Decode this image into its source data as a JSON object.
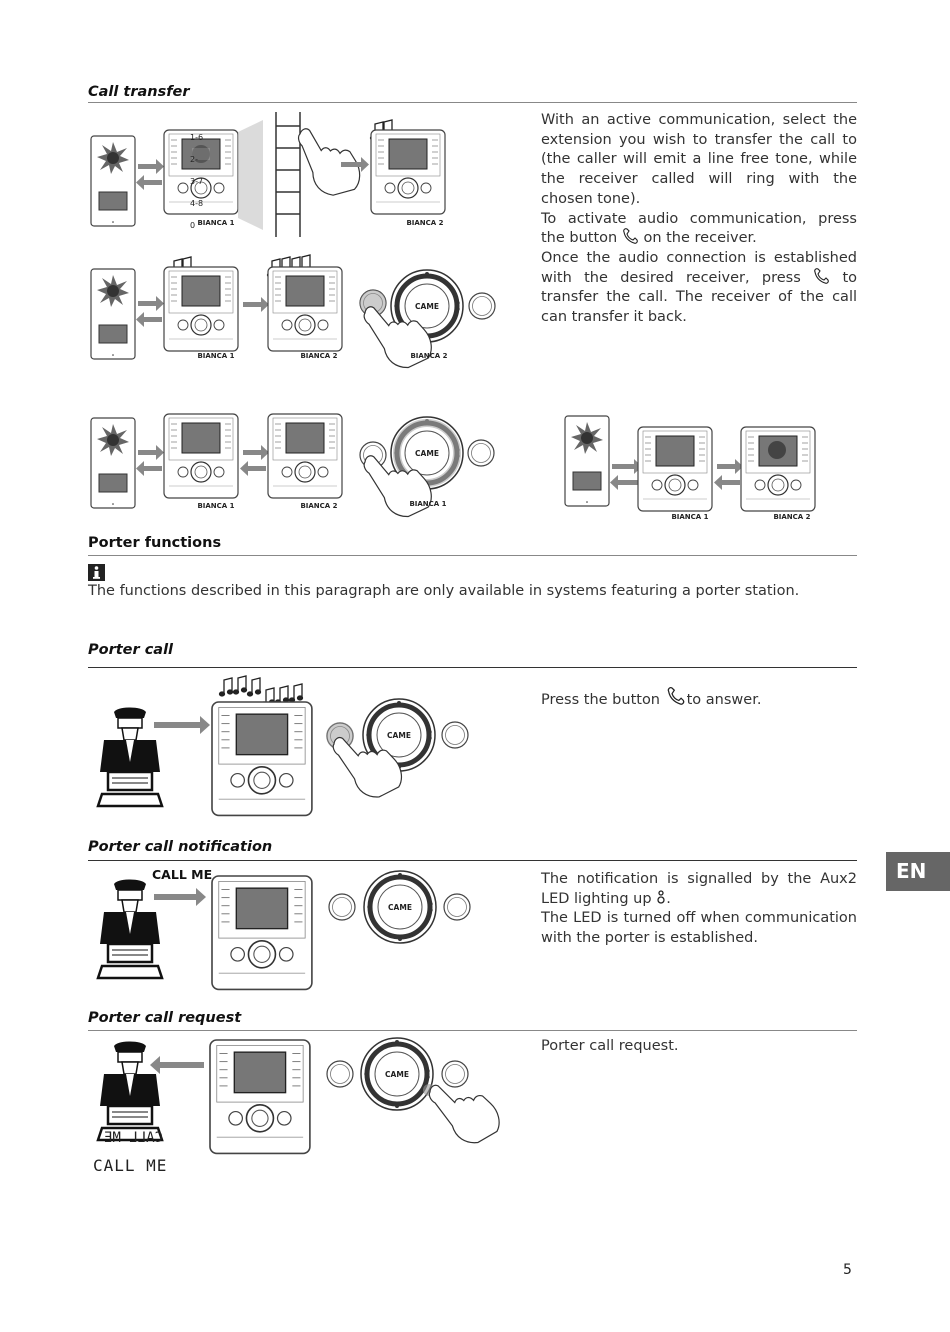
{
  "sections": {
    "call_transfer": {
      "title": "Call transfer",
      "paragraphs": [
        "With an active communication, select the extension you wish to transfer the call to (the caller will emit a line free tone, while the receiver called will ring with the chosen tone).",
        "To activate audio communication, press the button",
        "on the receiver.",
        "Once the audio connection is established with the desired receiver, press",
        "to transfer the call. The receiver of the call can transfer it back."
      ],
      "labels": {
        "bianca1": "BIANCA 1",
        "bianca2": "BIANCA 2",
        "brand": "CAME",
        "keypad": [
          "1-6",
          "2-",
          "3-7",
          "4-8",
          "0"
        ]
      }
    },
    "porter_functions": {
      "title": "Porter functions",
      "note": "The functions described in this paragraph are only available in systems featuring a porter station."
    },
    "porter_call": {
      "title": "Porter call",
      "text_a": "Press the button",
      "text_b": "to answer."
    },
    "porter_call_notification": {
      "title": "Porter call notification",
      "call_me": "CALL ME",
      "text_a": "The notification is signalled by the Aux2 LED lighting up",
      "text_b": "The LED is turned off when communication with the porter is established."
    },
    "porter_call_request": {
      "title": "Porter call request",
      "text": "Porter call request.",
      "display_mirror": "CALL ME",
      "display": "CALL ME"
    }
  },
  "side_tab": "EN",
  "page_number": "5",
  "icons": [
    "handset-icon",
    "info-icon",
    "led-icon",
    "key-icon",
    "eye-icon",
    "bell-icon",
    "music-note-icon",
    "hand-pointer-icon",
    "arrow-icon"
  ]
}
